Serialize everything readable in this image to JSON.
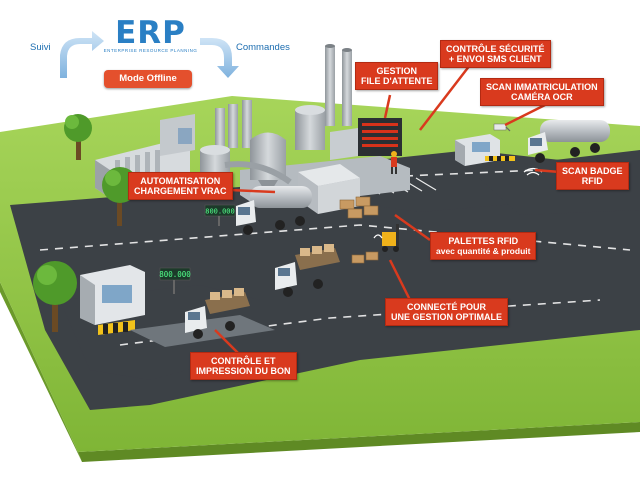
{
  "erp": {
    "title": "ERP",
    "subtitle": "Enterprise Resource Planning",
    "suivi_label": "Suivi",
    "commandes_label": "Commandes",
    "mode_button": "Mode Offline"
  },
  "displays": {
    "loading_display": "800.000",
    "weigh_display": "800.000"
  },
  "callouts": {
    "gestion_file_line1": "Gestion",
    "gestion_file_line2": "file d'attente",
    "controle_securite_line1": "Contrôle sécurité",
    "controle_securite_line2": "+ envoi SMS client",
    "scan_immat_line1": "Scan immatriculation",
    "scan_immat_line2": "caméra OCR",
    "scan_badge_line1": "Scan badge",
    "scan_badge_line2": "RFID",
    "automatisation_line1": "Automatisation",
    "automatisation_line2": "chargement vrac",
    "palettes_line1": "Palettes RFID",
    "palettes_line2": "avec quantité & produit",
    "connecte_line1": "Connecté pour",
    "connecte_line2": "une gestion optimale",
    "controle_impression_line1": "Contrôle et",
    "controle_impression_line2": "impression du bon"
  },
  "colors": {
    "callout": "#d93a1e",
    "erp_blue": "#2a7fc4",
    "road": "#3c4146",
    "grass": "#8cc43c",
    "building": "#c7ccd1"
  }
}
